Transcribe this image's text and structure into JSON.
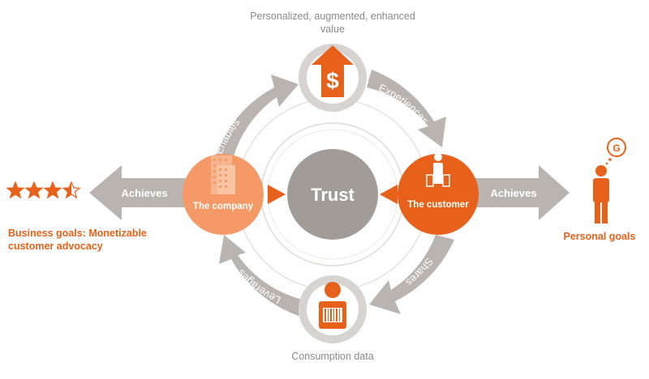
{
  "diagram": {
    "top_label": "Personalized, augmented, enhanced value",
    "bottom_label": "Consumption data",
    "center_label": "Trust",
    "company_label": "The company",
    "customer_label": "The customer",
    "left_arrow_label": "Achieves",
    "right_arrow_label": "Achieves",
    "arc_enables": "Enables",
    "arc_experiences": "Experiences",
    "arc_shares": "Shares",
    "arc_leverages": "Leverages",
    "left_goal": "Business goals: Monetizable customer advocacy",
    "right_goal": "Personal goals",
    "goal_bubble": "G",
    "rating_stars": 3.5,
    "rating_max": 4
  },
  "colors": {
    "orange": "#e8611a",
    "orange_light": "#f59a66",
    "gray_arrow": "#b9b4b0",
    "gray_circle": "#a29c98",
    "gray_ring": "#d6d3d0",
    "text_gray": "#8a8a8a"
  },
  "icons": {
    "value": "dollar-up-arrow-icon",
    "data": "barcode-person-icon",
    "company": "building-icon",
    "customer": "person-with-bags-icon",
    "personal": "person-icon",
    "rating": "star-icon"
  }
}
